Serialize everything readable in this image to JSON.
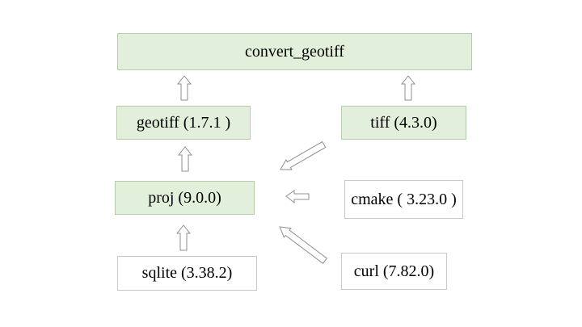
{
  "nodes": {
    "convert_geotiff": {
      "label": "convert_geotiff",
      "fill": "#e2efda"
    },
    "geotiff": {
      "label": "geotiff (1.7.1 )",
      "fill": "#e2efda"
    },
    "tiff": {
      "label": "tiff (4.3.0)",
      "fill": "#e2efda"
    },
    "proj": {
      "label": "proj (9.0.0)",
      "fill": "#e2efda"
    },
    "cmake": {
      "label": "cmake ( 3.23.0 )",
      "fill": "#ffffff"
    },
    "sqlite": {
      "label": "sqlite (3.38.2)",
      "fill": "#ffffff"
    },
    "curl": {
      "label": "curl (7.82.0)",
      "fill": "#ffffff"
    }
  },
  "edges": [
    {
      "from": "geotiff",
      "to": "convert_geotiff"
    },
    {
      "from": "tiff",
      "to": "convert_geotiff"
    },
    {
      "from": "proj",
      "to": "geotiff"
    },
    {
      "from": "tiff",
      "to": "proj"
    },
    {
      "from": "cmake",
      "to": "proj"
    },
    {
      "from": "curl",
      "to": "proj"
    },
    {
      "from": "sqlite",
      "to": "proj"
    }
  ]
}
